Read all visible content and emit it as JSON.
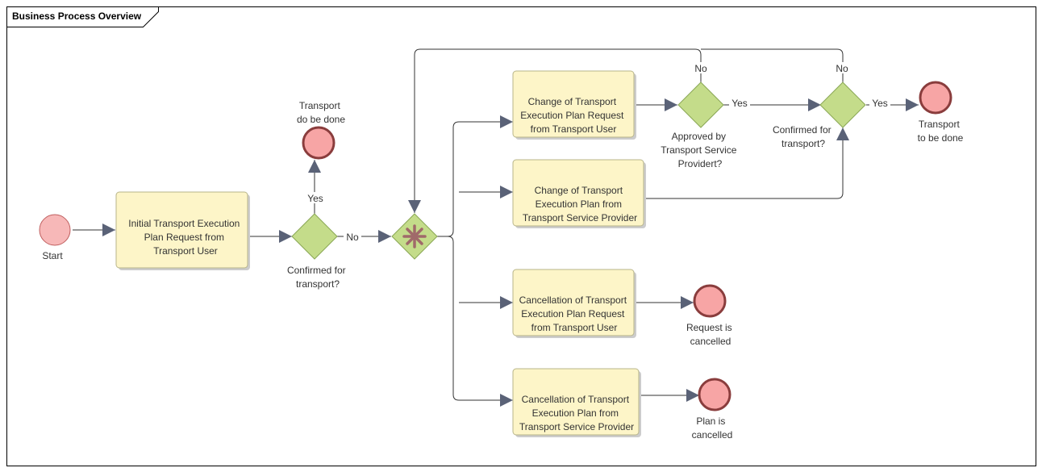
{
  "frame": {
    "title": "Business Process Overview"
  },
  "colors": {
    "task_fill": "#fdf5c8",
    "task_stroke": "#b8b58a",
    "gateway_fill": "#c4dc8a",
    "end_event_fill": "#f7a5a5",
    "end_event_stroke": "#8a3d3d",
    "start_event_fill": "#f7b8b8",
    "arrow": "#5a6277",
    "star": "#a06a6a"
  },
  "events": {
    "start": {
      "label": [
        "Start"
      ]
    },
    "transport_done_top": {
      "label": [
        "Transport",
        "do be done"
      ]
    },
    "transport_done_right": {
      "label": [
        "Transport",
        "to be done"
      ]
    },
    "request_cancelled": {
      "label": [
        "Request is",
        "cancelled"
      ]
    },
    "plan_cancelled": {
      "label": [
        "Plan is",
        "cancelled"
      ]
    }
  },
  "tasks": {
    "initial_request": {
      "label": [
        "Initial Transport Execution",
        "Plan Request from",
        "Transport User"
      ]
    },
    "change_request_user": {
      "label": [
        "Change of Transport",
        "Execution Plan Request",
        "from Transport User"
      ]
    },
    "change_plan_provider": {
      "label": [
        "Change of Transport",
        "Execution Plan from",
        "Transport Service Provider"
      ]
    },
    "cancel_request_user": {
      "label": [
        "Cancellation of Transport",
        "Execution Plan Request",
        "from Transport User"
      ]
    },
    "cancel_plan_provider": {
      "label": [
        "Cancellation of Transport",
        "Execution Plan from",
        "Transport Service Provider"
      ]
    }
  },
  "gateways": {
    "confirmed_first": {
      "label": [
        "Confirmed for",
        "transport?"
      ]
    },
    "event_based": {
      "icon": "star-icon"
    },
    "approved_provider": {
      "label": [
        "Approved by",
        "Transport Service",
        "Providert?"
      ]
    },
    "confirmed_second": {
      "label": [
        "Confirmed for",
        "transport?"
      ]
    }
  },
  "flow_labels": {
    "yes_up": "Yes",
    "no_right": "No",
    "yes_approved": "Yes",
    "yes_confirmed": "Yes",
    "no_approved": "No",
    "no_confirmed": "No"
  }
}
